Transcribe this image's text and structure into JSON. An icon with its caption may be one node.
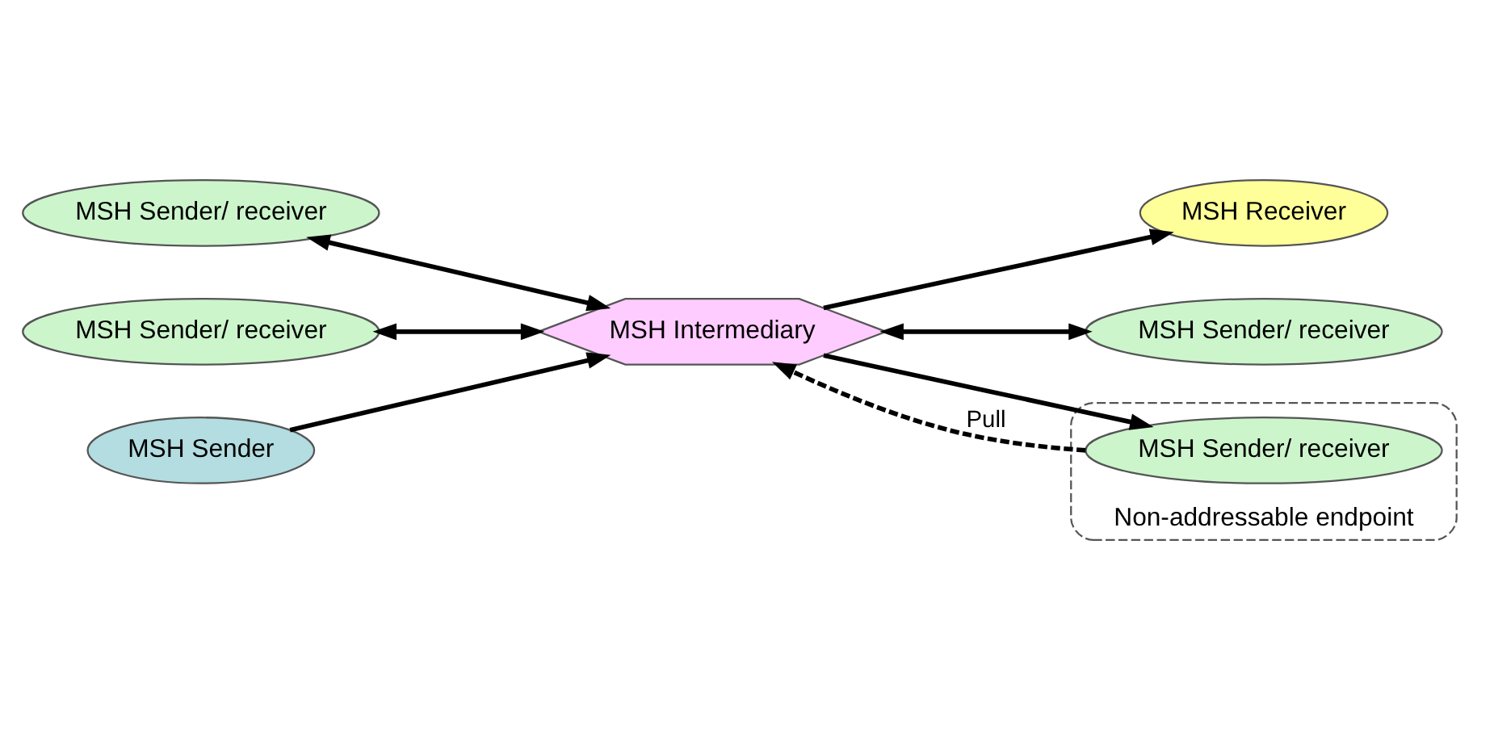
{
  "diagram": {
    "nodes": [
      {
        "text": [
          "MSH Sender/ receiver"
        ]
      },
      {
        "text": [
          "MSH Sender/ receiver"
        ]
      },
      {
        "text": [
          "MSH Intermediary"
        ]
      },
      {
        "text": [
          "MSH Receiver"
        ]
      },
      {
        "text": [
          "MSH Sender/ receiver"
        ]
      },
      {
        "text": [
          "MSH Sender"
        ]
      },
      {
        "text": [
          "Non-addressable endpoint"
        ]
      },
      {
        "text": [
          "MSH Sender/ receiver"
        ],
        "in": 6
      }
    ],
    "edges": [
      {
        "from": 0,
        "to": 2,
        "arrow": "both"
      },
      {
        "from": 1,
        "to": 2,
        "arrow": "both"
      },
      {
        "from": 2,
        "to": 3,
        "arrow": "to"
      },
      {
        "from": 2,
        "to": 4,
        "arrow": "both"
      },
      {
        "from": 5,
        "to": 2,
        "arrow": "to"
      },
      {
        "from": 2,
        "to": 7,
        "arrow": "to"
      },
      {
        "from": 7,
        "to": 2,
        "arrow": "to",
        "style": "dashed",
        "label": "Pull"
      }
    ]
  }
}
